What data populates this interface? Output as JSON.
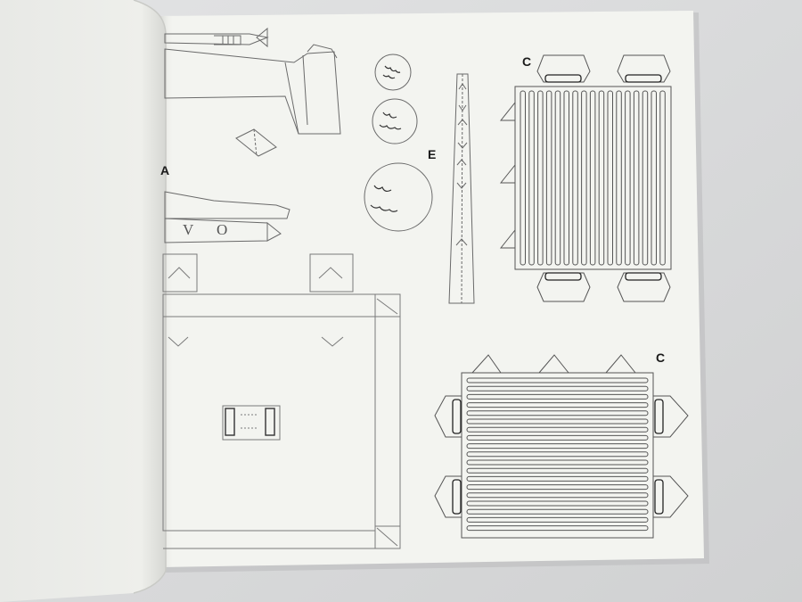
{
  "photo": {
    "subject": "",
    "labels": {
      "a": "A",
      "c_top": "C",
      "c_bottom": "C",
      "e": "E"
    },
    "lettering": {
      "v": "V",
      "o": "O"
    }
  }
}
